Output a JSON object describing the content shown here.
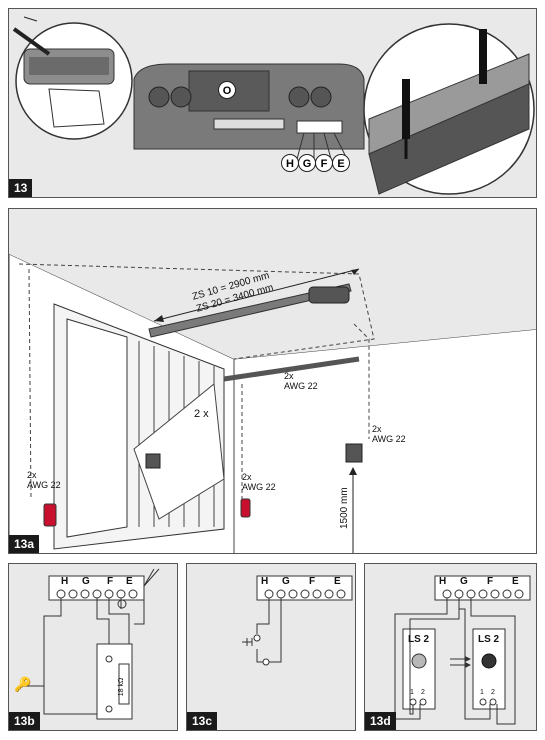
{
  "panels": {
    "p13": {
      "tag": "13",
      "center_label": "O",
      "terminals": [
        "H",
        "G",
        "F",
        "E"
      ]
    },
    "p13a": {
      "tag": "13a",
      "dimensions": [
        "ZS 10 = 2900 mm",
        "ZS 20 = 3400 mm"
      ],
      "wire_count": "2x",
      "awg": "AWG 22",
      "door_label": "2 x",
      "height": "1500 mm"
    },
    "p13b": {
      "tag": "13b",
      "terminals": [
        "H",
        "G",
        "F",
        "E"
      ],
      "relay_label": "18 kΩ"
    },
    "p13c": {
      "tag": "13c",
      "terminals": [
        "H",
        "G",
        "F",
        "E"
      ]
    },
    "p13d": {
      "tag": "13d",
      "terminals": [
        "H",
        "G",
        "F",
        "E"
      ],
      "device_label": "LS 2",
      "pins": [
        "1",
        "2"
      ]
    }
  },
  "colors": {
    "panel_bg": "#e9e9e9",
    "wall": "#ffffff",
    "red_device": "#c8102e",
    "dark": "#1a1a1a"
  }
}
